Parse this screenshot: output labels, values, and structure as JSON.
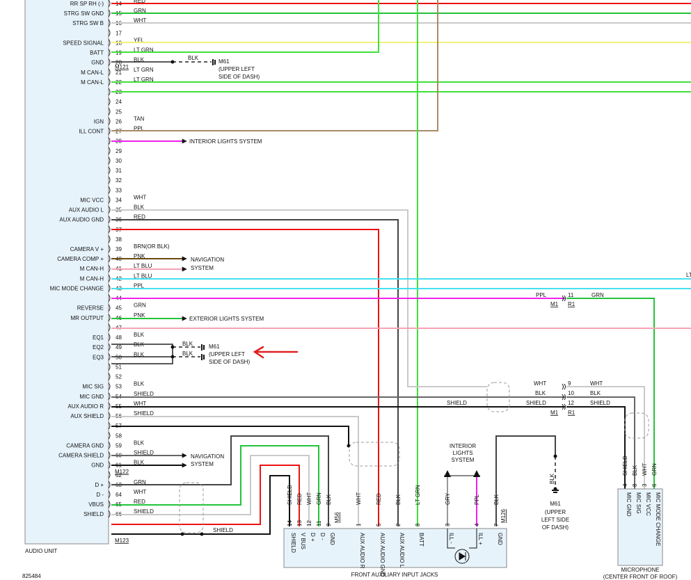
{
  "audio_unit": {
    "label": "AUDIO UNIT",
    "pins": [
      {
        "num": "14",
        "func": "RR SP RH (-)",
        "color": "RED"
      },
      {
        "num": "15",
        "func": "STRG SW GND",
        "color": "GRN"
      },
      {
        "num": "16",
        "func": "STRG SW B",
        "color": "WHT"
      },
      {
        "num": "17",
        "func": "",
        "color": ""
      },
      {
        "num": "18",
        "func": "SPEED SIGNAL",
        "color": "YEL"
      },
      {
        "num": "19",
        "func": "BATT",
        "color": "LT GRN"
      },
      {
        "num": "20",
        "func": "GND",
        "color": "BLK"
      },
      {
        "num": "21",
        "func": "M CAN-L",
        "color": "LT GRN"
      },
      {
        "num": "22",
        "func": "M CAN-L",
        "color": "LT GRN"
      },
      {
        "num": "23",
        "func": "",
        "color": ""
      },
      {
        "num": "24",
        "func": "",
        "color": ""
      },
      {
        "num": "25",
        "func": "",
        "color": ""
      },
      {
        "num": "26",
        "func": "IGN",
        "color": "TAN"
      },
      {
        "num": "27",
        "func": "ILL CONT",
        "color": "PPL"
      },
      {
        "num": "28",
        "func": "",
        "color": ""
      },
      {
        "num": "29",
        "func": "",
        "color": ""
      },
      {
        "num": "30",
        "func": "",
        "color": ""
      },
      {
        "num": "31",
        "func": "",
        "color": ""
      },
      {
        "num": "32",
        "func": "",
        "color": ""
      },
      {
        "num": "33",
        "func": "",
        "color": ""
      },
      {
        "num": "34",
        "func": "MIC VCC",
        "color": "WHT"
      },
      {
        "num": "35",
        "func": "AUX AUDIO L",
        "color": "BLK"
      },
      {
        "num": "36",
        "func": "AUX AUDIO GND",
        "color": "RED"
      },
      {
        "num": "37",
        "func": "",
        "color": ""
      },
      {
        "num": "38",
        "func": "",
        "color": ""
      },
      {
        "num": "39",
        "func": "CAMERA V +",
        "color": "BRN(OR BLK)"
      },
      {
        "num": "40",
        "func": "CAMERA COMP +",
        "color": "PNK"
      },
      {
        "num": "41",
        "func": "M CAN-H",
        "color": "LT BLU"
      },
      {
        "num": "42",
        "func": "M CAN-H",
        "color": "LT BLU"
      },
      {
        "num": "43",
        "func": "MIC MODE CHANGE",
        "color": "PPL"
      },
      {
        "num": "44",
        "func": "",
        "color": ""
      },
      {
        "num": "45",
        "func": "REVERSE",
        "color": "GRN"
      },
      {
        "num": "46",
        "func": "MR OUTPUT",
        "color": "PNK"
      },
      {
        "num": "47",
        "func": "",
        "color": ""
      },
      {
        "num": "48",
        "func": "EQ1",
        "color": "BLK"
      },
      {
        "num": "49",
        "func": "EQ2",
        "color": "BLK"
      },
      {
        "num": "50",
        "func": "EQ3",
        "color": "BLK"
      },
      {
        "num": "51",
        "func": "",
        "color": ""
      },
      {
        "num": "52",
        "func": "",
        "color": ""
      },
      {
        "num": "53",
        "func": "MIC SIG",
        "color": "BLK"
      },
      {
        "num": "54",
        "func": "MIC GND",
        "color": "SHIELD"
      },
      {
        "num": "55",
        "func": "AUX AUDIO R",
        "color": "WHT"
      },
      {
        "num": "56",
        "func": "AUX SHIELD",
        "color": "SHIELD"
      },
      {
        "num": "57",
        "func": "",
        "color": ""
      },
      {
        "num": "58",
        "func": "",
        "color": ""
      },
      {
        "num": "59",
        "func": "CAMERA GND",
        "color": "BLK"
      },
      {
        "num": "60",
        "func": "CAMERA SHIELD",
        "color": "SHIELD"
      },
      {
        "num": "61",
        "func": "GND",
        "color": "BLK"
      },
      {
        "num": "62",
        "func": "",
        "color": ""
      },
      {
        "num": "63",
        "func": "D +",
        "color": "GRN"
      },
      {
        "num": "64",
        "func": "D -",
        "color": "WHT"
      },
      {
        "num": "65",
        "func": "VBUS",
        "color": "RED"
      },
      {
        "num": "66",
        "func": "SHIELD",
        "color": "SHIELD"
      }
    ]
  },
  "connectors": {
    "m121": "M121",
    "m122": "M122",
    "m123": "M123",
    "m56": "M56",
    "m126": "M126",
    "m1": "M1",
    "r1": "R1"
  },
  "ground_m61": {
    "top": {
      "name": "M61",
      "loc1": "(UPPER LEFT",
      "loc2": "SIDE OF DASH)"
    },
    "eq": {
      "name": "M61",
      "loc1": "(UPPER LEFT",
      "loc2": "SIDE OF DASH)"
    },
    "bottom": {
      "name": "M61",
      "loc1": "(UPPER",
      "loc2": "LEFT SIDE",
      "loc3": "OF DASH)"
    }
  },
  "systems": {
    "interior_lights": "INTERIOR LIGHTS SYSTEM",
    "navigation1_a": "NAVIGATION",
    "navigation1_b": "SYSTEM",
    "navigation2_a": "NAVIGATION",
    "navigation2_b": "SYSTEM",
    "exterior_lights": "EXTERIOR LIGHTS SYSTEM",
    "interior_lights2_a": "INTERIOR",
    "interior_lights2_b": "LIGHTS",
    "interior_lights2_c": "SYSTEM"
  },
  "inline": {
    "c11": "11",
    "c9": "9",
    "c10": "10",
    "c12": "12",
    "ppl": "PPL",
    "grn": "GRN",
    "wht_l": "WHT",
    "blk_l": "BLK",
    "shield_l": "SHIELD",
    "wht_r": "WHT",
    "blk_r": "BLK",
    "shield_r": "SHIELD",
    "shield_mid": "SHIELD",
    "shield_bottom": "SHIELD",
    "blk_eq1": "BLK",
    "blk_eq2": "BLK",
    "blk_gnd": "BLK",
    "lt_blu_trunc": "LT"
  },
  "front_jacks": {
    "label": "FRONT AUXILIARY INPUT JACKS",
    "pins": [
      {
        "num": "14",
        "func": "SHIELD",
        "color": "SHIELD"
      },
      {
        "num": "13",
        "func": "V BUS",
        "color": "RED"
      },
      {
        "num": "12",
        "func": "D +",
        "color": "WHT"
      },
      {
        "num": "11",
        "func": "D -",
        "color": "GRN"
      },
      {
        "num": "9",
        "func": "GND",
        "color": "BLK"
      },
      {
        "num": "1",
        "func": "AUX AUDIO R",
        "color": "WHT"
      },
      {
        "num": "5",
        "func": "AUX AUDIO GND",
        "color": "RED"
      },
      {
        "num": "2",
        "func": "AUX AUDIO L",
        "color": "BLK"
      },
      {
        "num": "8",
        "func": "BATT",
        "color": "LT GRN"
      },
      {
        "num": "3",
        "func": "ILL -",
        "color": "GRY"
      },
      {
        "num": "4",
        "func": "ILL +",
        "color": "PPL"
      },
      {
        "num": "7",
        "func": "GND",
        "color": "BLK"
      }
    ]
  },
  "microphone": {
    "label1": "MICROPHONE",
    "label2": "(CENTER FRONT OF ROOF)",
    "pins": [
      {
        "num": "4",
        "func": "MIC GND",
        "color": "SHIELD"
      },
      {
        "num": "8",
        "func": "MIC SIG",
        "color": "BLK"
      },
      {
        "num": "3",
        "func": "MIC VCC",
        "color": "WHT"
      },
      {
        "num": "6",
        "func": "MIC MODE CHANGE",
        "color": "GRN"
      }
    ]
  },
  "figure_id": "825484",
  "colors": {
    "red": "#ee1111",
    "green": "#22c43a",
    "lt_green": "#3fe03a",
    "white": "#c9c9c9",
    "yellow": "#f2f27a",
    "black": "#222222",
    "tan": "#a88a64",
    "purple": "#ee22ee",
    "brown": "#6b4a10",
    "pink": "#f6a3b3",
    "lt_blue": "#44e0ee",
    "gray": "#999999",
    "box_fill": "#e7f3fb",
    "arrow": "#e02020"
  }
}
